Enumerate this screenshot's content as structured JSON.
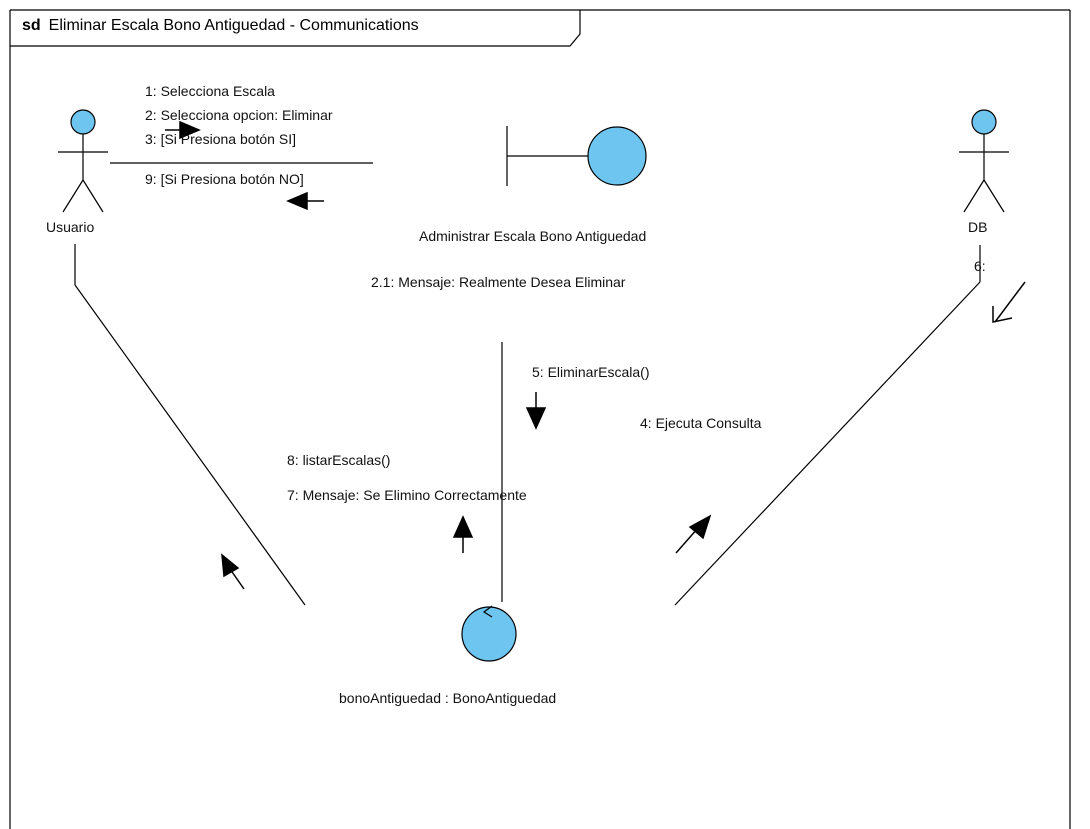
{
  "frame": {
    "keyword": "sd",
    "title": "Eliminar Escala Bono Antiguedad - Communications"
  },
  "lifelines": {
    "actor_user": "Usuario",
    "actor_db": "DB",
    "boundary": "Administrar Escala Bono Antiguedad",
    "entity": "bonoAntiguedad : BonoAntiguedad"
  },
  "messages": {
    "m1": "1: Selecciona Escala",
    "m2": "2: Selecciona opcion: Eliminar",
    "m3": "3: [Si Presiona botón  SI]",
    "m9": "9: [Si Presiona botón NO]",
    "m2_1": "2.1: Mensaje: Realmente Desea Eliminar",
    "m5": "5: EliminarEscala()",
    "m4": "4: Ejecuta Consulta",
    "m6": "6:",
    "m8": "8: listarEscalas()",
    "m7": "7: Mensaje: Se Elimino Correctamente"
  },
  "colors": {
    "fill": "#6ec6f0",
    "stroke": "#000000",
    "background": "#ffffff"
  },
  "icons": [
    "actor-figure",
    "boundary-symbol",
    "entity-symbol",
    "message-arrow"
  ]
}
